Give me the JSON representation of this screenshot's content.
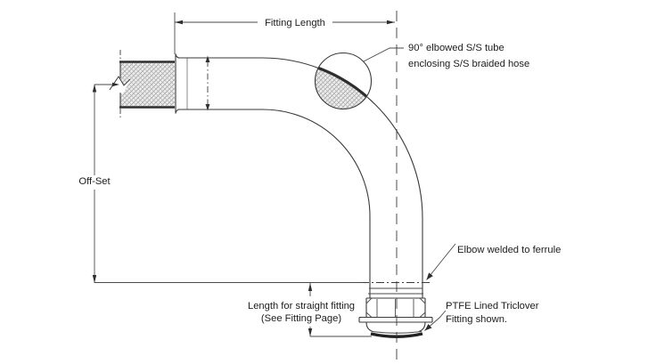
{
  "colors": {
    "background": "#ffffff",
    "line": "#3a3a3a",
    "text": "#1c1c1c",
    "hatch": "#9a9a9a"
  },
  "labels": {
    "fitting_length": "Fitting Length",
    "elbow_note_line1": "90° elbowed S/S tube",
    "elbow_note_line2": "enclosing S/S braided hose",
    "offset": "Off-Set",
    "weld_note": "Elbow welded to ferrule",
    "straight_length_line1": "Length for straight fitting",
    "straight_length_line2": "(See Fitting Page)",
    "triclover_note_line1": "PTFE Lined Triclover",
    "triclover_note_line2": "Fitting shown."
  }
}
